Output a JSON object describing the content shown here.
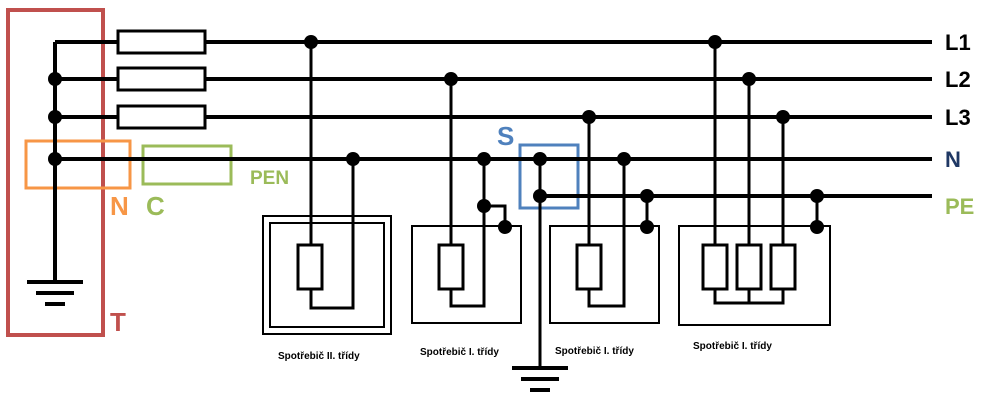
{
  "lines": {
    "l1": "L1",
    "l2": "L2",
    "l3": "L3",
    "n": "N",
    "pe": "PE"
  },
  "zones": {
    "t": "T",
    "n": "N",
    "c": "C",
    "s": "S",
    "pen": "PEN"
  },
  "appliances": [
    {
      "label": "Spotřebič II. třídy"
    },
    {
      "label": "Spotřebič I. třídy"
    },
    {
      "label": "Spotřebič I. třídy"
    },
    {
      "label": "Spotřebič I. třídy"
    }
  ],
  "colors": {
    "wire": "#000000",
    "t_zone": "#c0504d",
    "n_zone": "#f79646",
    "c_zone": "#9bbb59",
    "s_zone": "#4f81bd",
    "n_label": "#1f3864",
    "pe_label": "#9bbb59"
  }
}
